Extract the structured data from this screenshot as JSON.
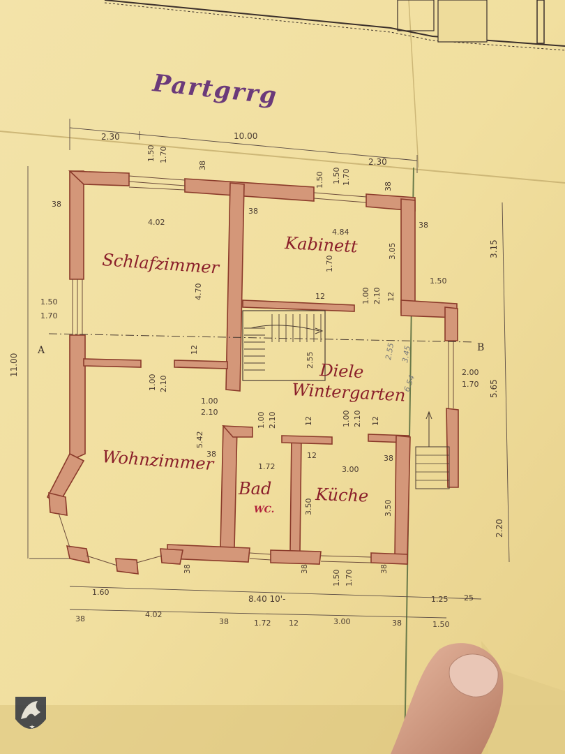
{
  "plan": {
    "title": "Partgrrg",
    "rooms": {
      "schlafzimmer": "Schlafzimmer",
      "kabinett": "Kabinett",
      "diele": "Diele",
      "wintergarten": "Wintergarten",
      "wohnzimmer": "Wohnzimmer",
      "bad": "Bad",
      "wc": "WC.",
      "kueche": "Küche"
    },
    "section_marks": {
      "a": "A",
      "b": "B"
    },
    "dims_top": [
      "2.30",
      "10.00",
      "2.30"
    ],
    "dims_bottom_total": "8.40 10'-",
    "dims_bottom_row1": [
      "1.60",
      "1.25",
      "25"
    ],
    "dims_bottom_row2": [
      "38",
      "4.02",
      "38",
      "1.72",
      "12",
      "3.00",
      "38",
      "1.50"
    ],
    "dims_left_total": "11.00",
    "dims_right": [
      "3.15",
      "5.65",
      "2.20"
    ],
    "room_dims": {
      "schlaf_w": "4.02",
      "schlaf_h": "4.70",
      "kab_w": "4.84",
      "kab_h": "3.05",
      "wohn_h": "5.42",
      "bad_w": "1.72",
      "bad_h": "3.50",
      "kue_w": "3.00",
      "kue_h": "3.50",
      "diele_h": "2.55"
    },
    "wall_marks": [
      "38",
      "38",
      "38",
      "38",
      "38",
      "38",
      "38",
      "38",
      "12",
      "12",
      "12",
      "12",
      "12",
      "12",
      "38",
      "38"
    ],
    "opening_marks": {
      "w1a": "1.50",
      "w1b": "1.70",
      "w2a": "1.50",
      "w2b": "1.70",
      "w3a": "1.50",
      "w3b": "1.70",
      "d1a": "1.00",
      "d1b": "2.10",
      "d2a": "1.00",
      "d2b": "2.10",
      "d3a": "1.00",
      "d3b": "2.10",
      "d4a": "1.00",
      "d4b": "2.10",
      "d5a": "1.00",
      "d5b": "2.10",
      "d6a": "2.00",
      "d6b": "1.70",
      "w4a": "1.50",
      "w4b": "1.70",
      "w5a": "1.50",
      "w5b": "1.70",
      "side": "1.50"
    },
    "pencil_notes": [
      "2.55",
      "3.45",
      "6.54"
    ]
  }
}
